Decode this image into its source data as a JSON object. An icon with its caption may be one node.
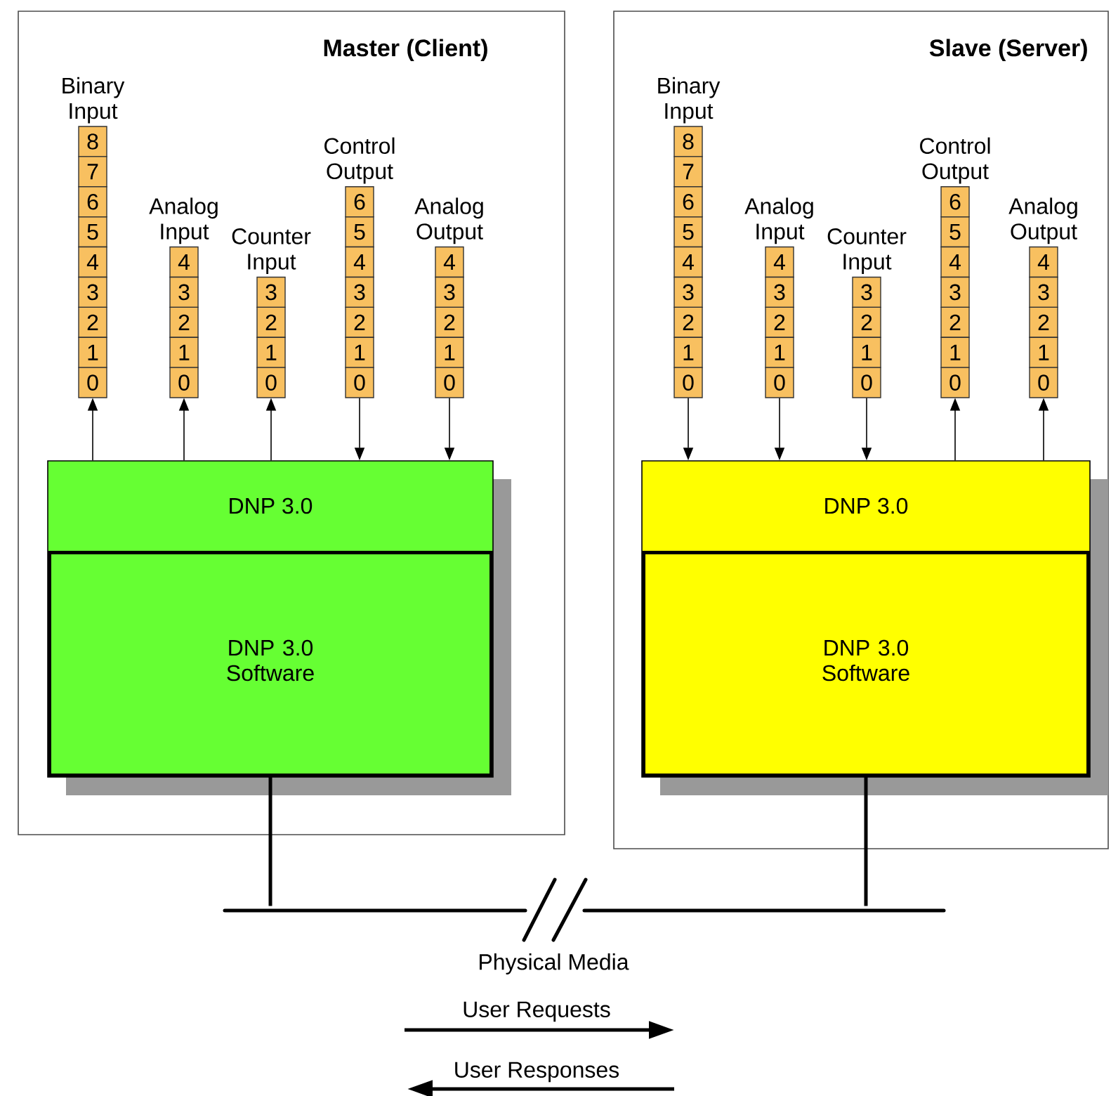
{
  "diagram": {
    "nodes": [
      {
        "text": [
          "Master (Client)"
        ]
      },
      {
        "text": [
          "Binary Input",
          "8",
          "7",
          "6",
          "5",
          "4",
          "3",
          "2",
          "1",
          "0"
        ],
        "in": 0
      },
      {
        "text": [
          "Analog Input",
          "4",
          "3",
          "2",
          "1",
          "0"
        ],
        "in": 0
      },
      {
        "text": [
          "Counter Input",
          "3",
          "2",
          "1",
          "0"
        ],
        "in": 0
      },
      {
        "text": [
          "Control Output",
          "6",
          "5",
          "4",
          "3",
          "2",
          "1",
          "0"
        ],
        "in": 0
      },
      {
        "text": [
          "Analog Output",
          "4",
          "3",
          "2",
          "1",
          "0"
        ],
        "in": 0
      },
      {
        "text": [
          "DNP 3.0"
        ],
        "in": 0
      },
      {
        "text": [
          "DNP 3.0 Software"
        ],
        "in": 6
      },
      {
        "text": [
          "Slave (Server)"
        ]
      },
      {
        "text": [
          "Binary Input",
          "8",
          "7",
          "6",
          "5",
          "4",
          "3",
          "2",
          "1",
          "0"
        ],
        "in": 8
      },
      {
        "text": [
          "Analog Input",
          "4",
          "3",
          "2",
          "1",
          "0"
        ],
        "in": 8
      },
      {
        "text": [
          "Counter Input",
          "3",
          "2",
          "1",
          "0"
        ],
        "in": 8
      },
      {
        "text": [
          "Control Output",
          "6",
          "5",
          "4",
          "3",
          "2",
          "1",
          "0"
        ],
        "in": 8
      },
      {
        "text": [
          "Analog Output",
          "4",
          "3",
          "2",
          "1",
          "0"
        ],
        "in": 8
      },
      {
        "text": [
          "DNP 3.0"
        ],
        "in": 8
      },
      {
        "text": [
          "DNP 3.0 Software"
        ],
        "in": 14
      },
      {
        "text": [],
        "shape": "bar",
        "beside": [
          "Physical Media"
        ]
      }
    ],
    "edges": [
      {
        "from": 6,
        "to": 1,
        "arrow": "to"
      },
      {
        "from": 6,
        "to": 2,
        "arrow": "to"
      },
      {
        "from": 6,
        "to": 3,
        "arrow": "to"
      },
      {
        "from": 4,
        "to": 6,
        "arrow": "to"
      },
      {
        "from": 5,
        "to": 6,
        "arrow": "to"
      },
      {
        "from": 9,
        "to": 14,
        "arrow": "to"
      },
      {
        "from": 10,
        "to": 14,
        "arrow": "to"
      },
      {
        "from": 11,
        "to": 14,
        "arrow": "to"
      },
      {
        "from": 14,
        "to": 12,
        "arrow": "to"
      },
      {
        "from": 14,
        "to": 13,
        "arrow": "to"
      },
      {
        "from": 7,
        "to": 16,
        "arrow": "none",
        "style": "thick"
      },
      {
        "from": 15,
        "to": 16,
        "arrow": "none",
        "style": "thick"
      }
    ],
    "labels": [
      "User Requests",
      "User Responses"
    ]
  }
}
